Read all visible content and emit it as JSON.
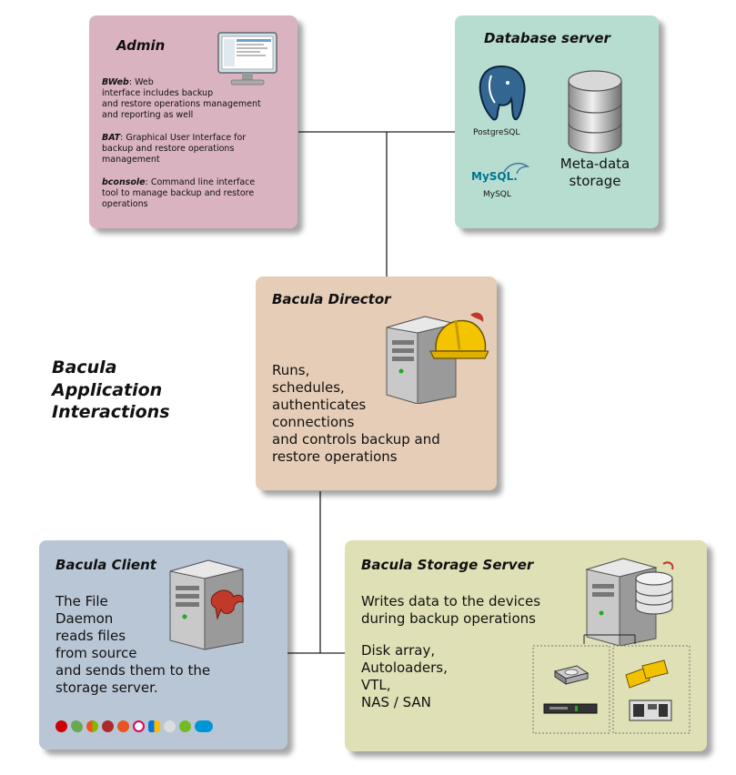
{
  "diagram_title": [
    "Bacula",
    "Application",
    "Interactions"
  ],
  "admin": {
    "title": "Admin",
    "bweb_name": "BWeb",
    "bweb_text_1": ": Web",
    "bweb_text_2": "interface includes backup",
    "bweb_text_3": "and restore operations management",
    "bweb_text_4": "and reporting as well",
    "bat_name": "BAT",
    "bat_text_1": ": Graphical User Interface for",
    "bat_text_2": "backup and restore operations",
    "bat_text_3": "management",
    "bconsole_name": "bconsole",
    "bconsole_text_1": ": Command line interface",
    "bconsole_text_2": "tool to manage backup and restore",
    "bconsole_text_3": "operations"
  },
  "database": {
    "title": "Database server",
    "postgres_label": "PostgreSQL",
    "mysql_logo": "MySQL.",
    "mysql_label": "MySQL",
    "storage_label_1": "Meta-data",
    "storage_label_2": "storage"
  },
  "director": {
    "title": "Bacula Director",
    "lines": [
      "Runs,",
      "schedules,",
      "authenticates",
      "connections",
      "and controls backup and",
      "restore operations"
    ]
  },
  "client": {
    "title": "Bacula Client",
    "lines": [
      "The File",
      "Daemon",
      "reads files",
      "from source",
      "and sends them to the",
      "storage server."
    ],
    "os_icons": [
      "redhat-icon",
      "suse-icon",
      "windows-icon",
      "freebsd-icon",
      "ubuntu-icon",
      "debian-icon",
      "windows-xp-icon",
      "apple-icon",
      "opensuse-icon",
      "hp-ux-icon"
    ]
  },
  "storage": {
    "title": "Bacula Storage Server",
    "lines_a": [
      "Writes data to the devices",
      "during backup operations"
    ],
    "lines_b": [
      "Disk array,",
      "Autoloaders,",
      "VTL,",
      "NAS / SAN"
    ]
  },
  "colors": {
    "admin_bg": "#d9b3bf",
    "db_bg": "#b7ddd1",
    "director_bg": "#e6cdb7",
    "client_bg": "#b9c6d6",
    "storage_bg": "#dfe0b5"
  }
}
